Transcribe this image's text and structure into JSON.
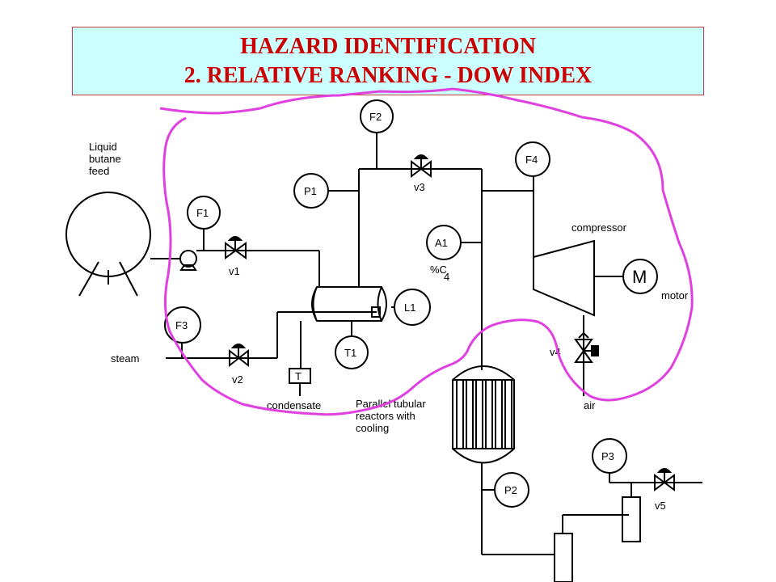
{
  "title": {
    "line1": "HAZARD IDENTIFICATION",
    "line2": "2. RELATIVE RANKING - DOW INDEX"
  },
  "labels": {
    "feed": [
      "Liquid",
      "butane",
      "feed"
    ],
    "steam": "steam",
    "condensate": "condensate",
    "reactors": [
      "Parallel tubular",
      "reactors with",
      "cooling"
    ],
    "compressor": "compressor",
    "motor": "motor",
    "air": "air",
    "analyzer_sub": "%C",
    "analyzer_subscript": "4",
    "trap": "T",
    "motor_symbol": "M"
  },
  "instruments": {
    "F1": "F1",
    "F2": "F2",
    "F3": "F3",
    "F4": "F4",
    "P1": "P1",
    "P2": "P2",
    "P3": "P3",
    "A1": "A1",
    "L1": "L1",
    "T1": "T1"
  },
  "valves": {
    "v1": "v1",
    "v2": "v2",
    "v3": "v3",
    "v4": "v4",
    "v5": "v5"
  },
  "colors": {
    "title_bg": "#ccffff",
    "title_text": "#cc0000",
    "hazard_outline": "#e040e0"
  }
}
